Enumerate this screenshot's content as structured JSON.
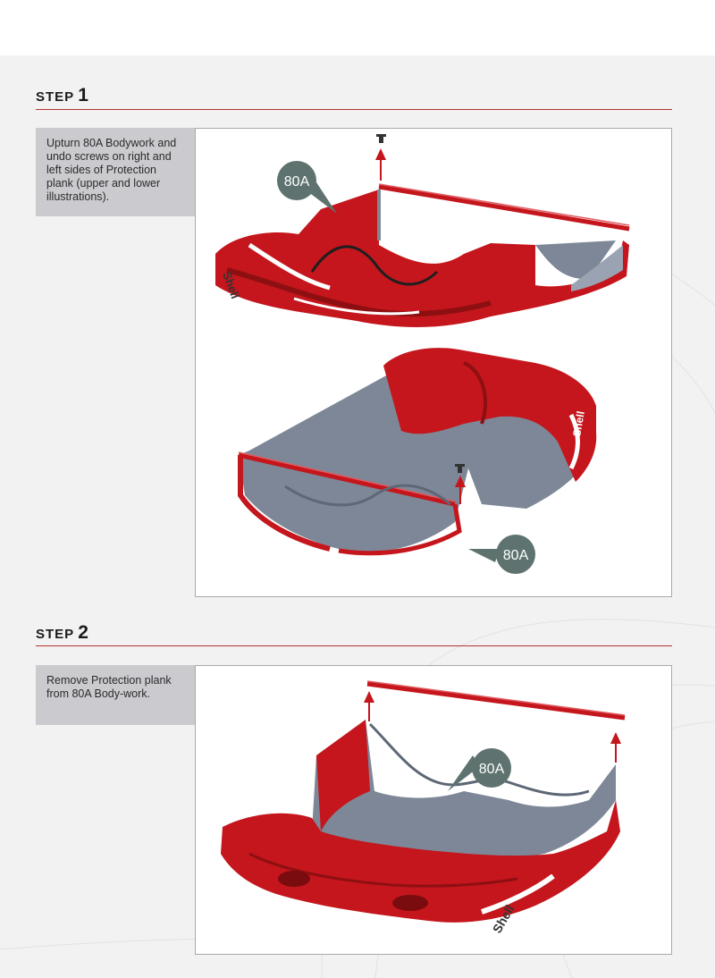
{
  "steps": [
    {
      "word": "step",
      "number": "1",
      "instruction": "Upturn 80A Bodywork and undo screws on right and left sides of Protection plank (upper and lower illustrations).",
      "callouts": [
        "80A",
        "80A"
      ]
    },
    {
      "word": "step",
      "number": "2",
      "instruction": "Remove Protection plank from 80A Body-work.",
      "callouts": [
        "80A"
      ]
    }
  ],
  "colors": {
    "accent_red": "#b8322f",
    "body_red": "#c4161c",
    "part_grey": "#7d8797",
    "callout_fill": "#5e7370",
    "instruction_bg": "#cbcace"
  },
  "icons": [
    "screw-icon",
    "arrow-up-icon",
    "callout-arrow-icon"
  ]
}
